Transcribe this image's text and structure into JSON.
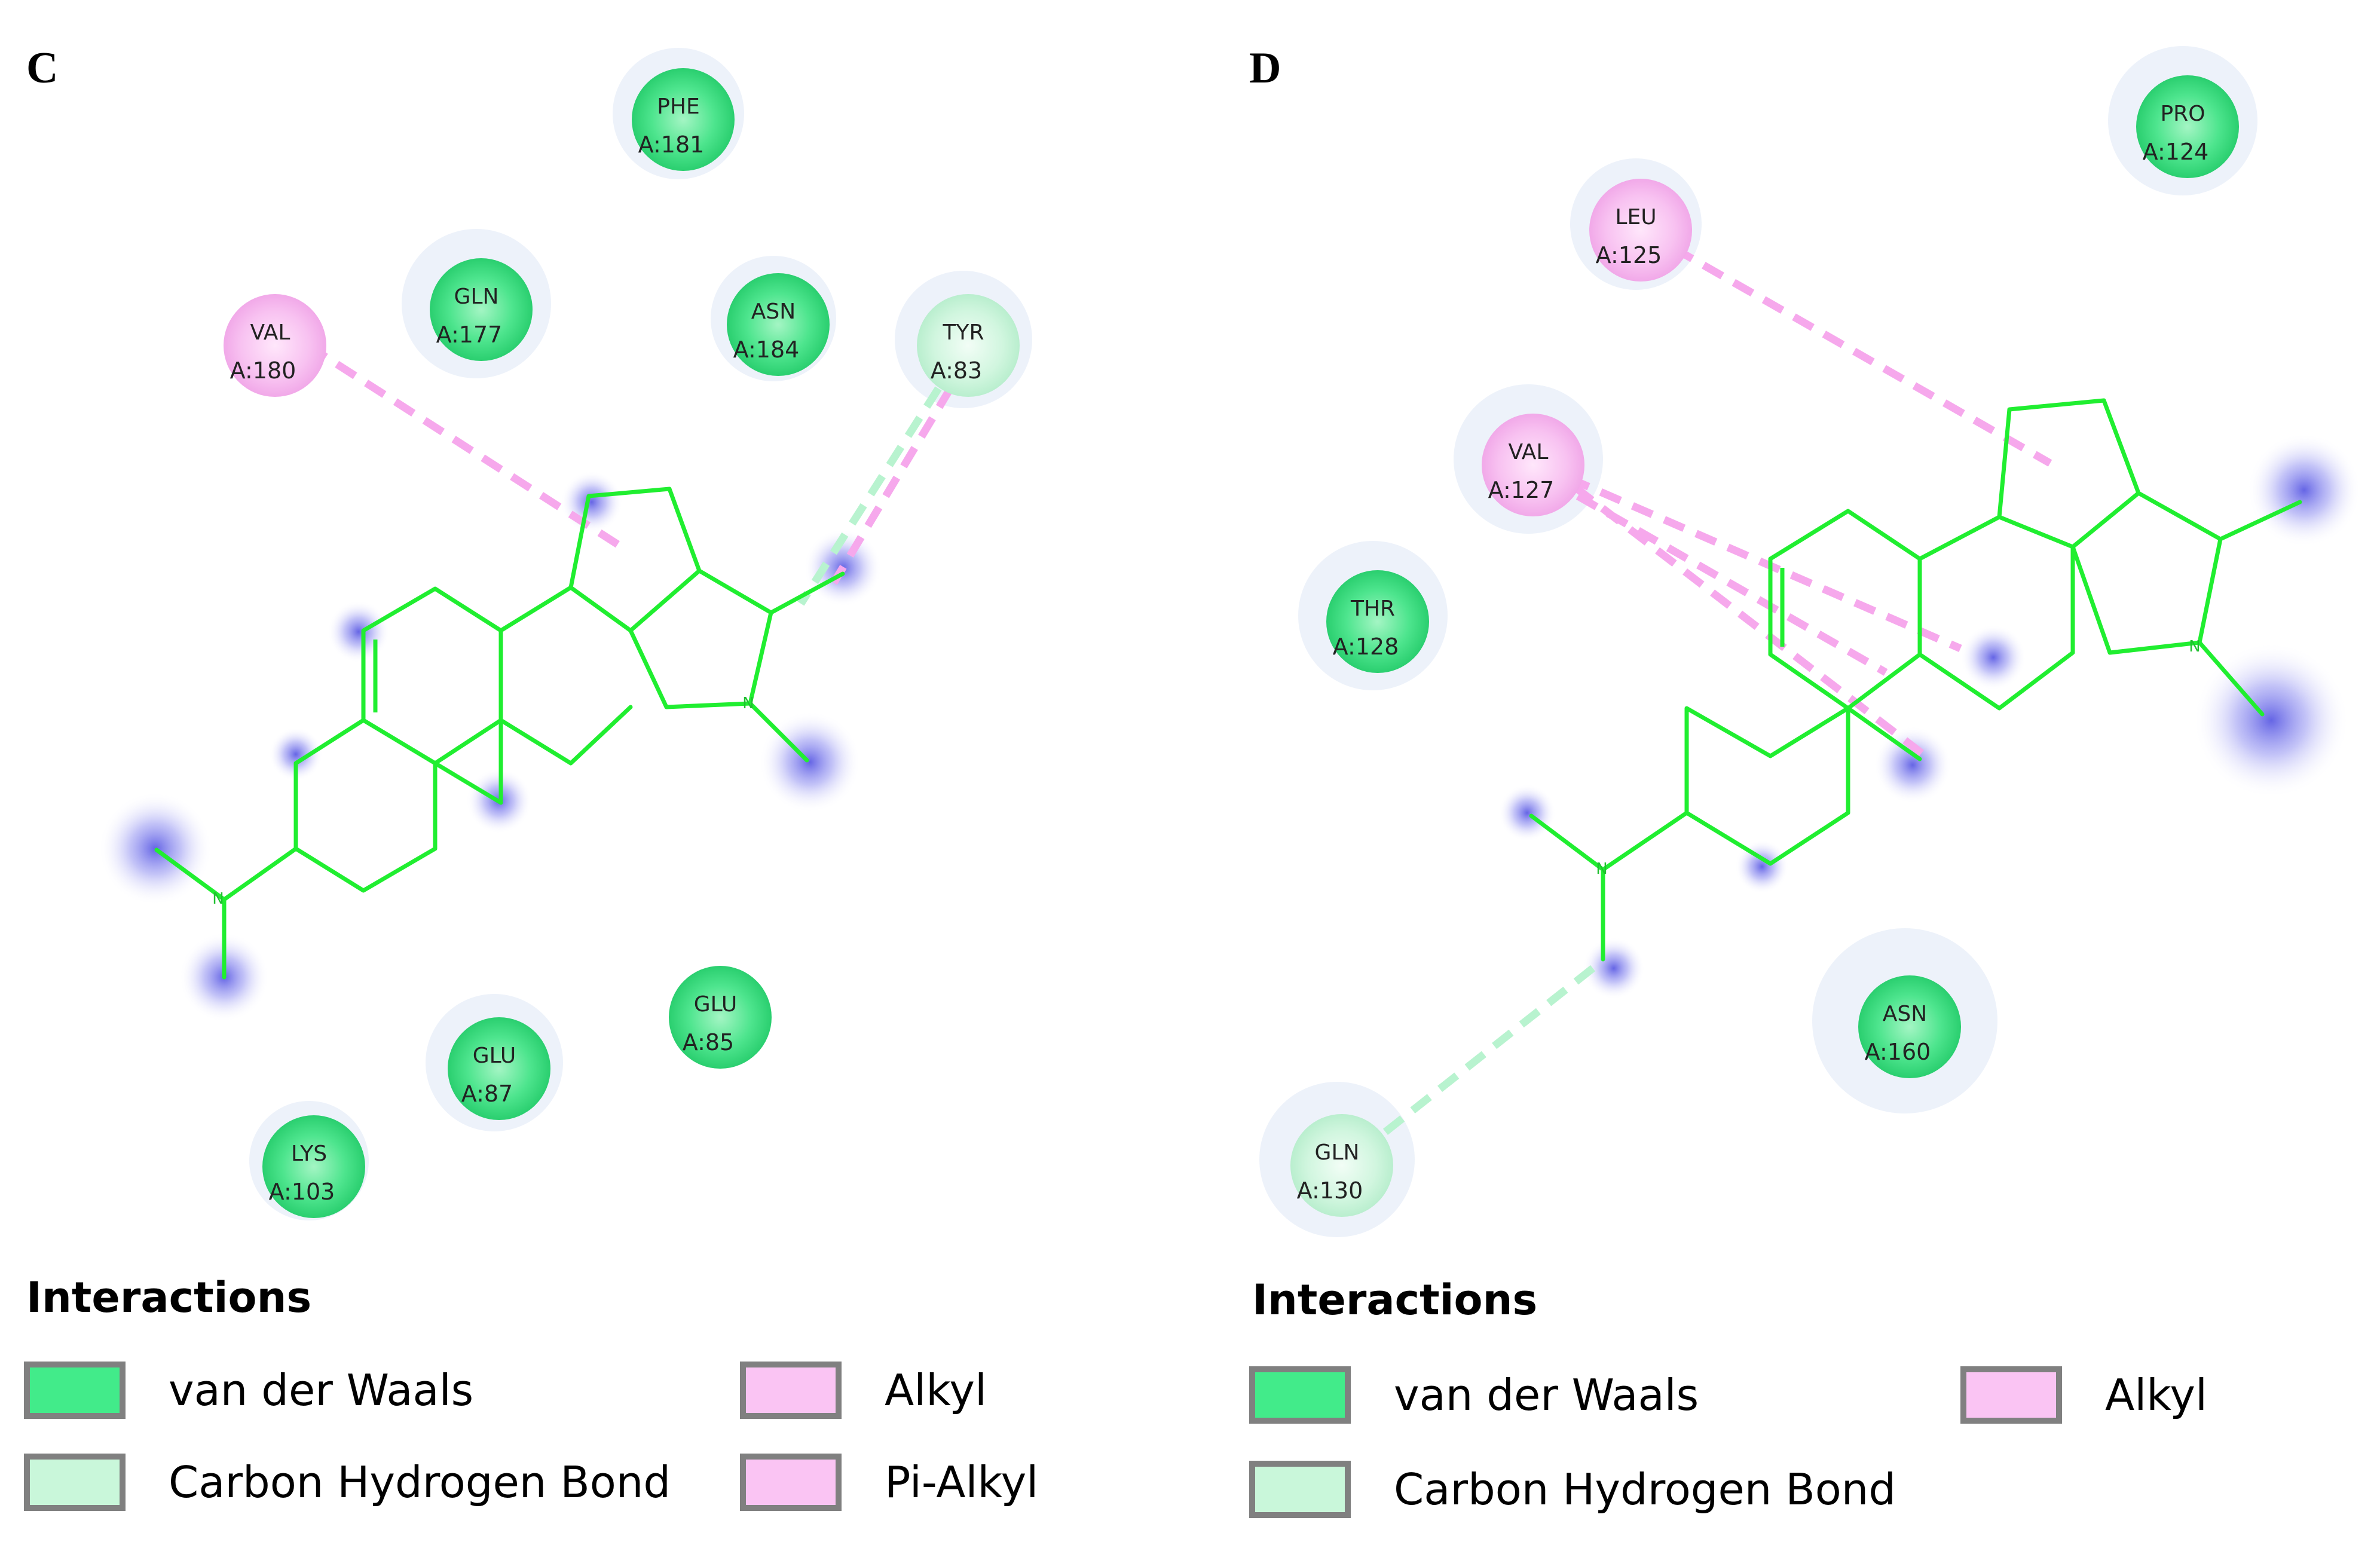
{
  "colors": {
    "van_der_waals": "#33e07a",
    "carbon_hydrogen_bond": "#c9f5d8",
    "alkyl": "#f6b8ef",
    "pi_alkyl": "#f6b8ef",
    "ligand_bond": "#20ee30",
    "halo": "#e6ecf8",
    "blue_glow": "#5a5ae6"
  },
  "panels": [
    {
      "id": "C",
      "letter": "C",
      "legend_title": "Interactions",
      "legend": [
        {
          "key": "van_der_waals",
          "label": "van der Waals"
        },
        {
          "key": "carbon_hydrogen_bond",
          "label": "Carbon Hydrogen Bond"
        },
        {
          "key": "alkyl",
          "label": "Alkyl"
        },
        {
          "key": "pi_alkyl",
          "label": "Pi-Alkyl"
        }
      ],
      "residues": [
        {
          "name": "PHE",
          "id": "A:181",
          "type": "van_der_waals"
        },
        {
          "name": "GLN",
          "id": "A:177",
          "type": "van_der_waals"
        },
        {
          "name": "ASN",
          "id": "A:184",
          "type": "van_der_waals"
        },
        {
          "name": "VAL",
          "id": "A:180",
          "type": "alkyl"
        },
        {
          "name": "TYR",
          "id": "A:83",
          "type": "carbon_hydrogen_bond"
        },
        {
          "name": "GLU",
          "id": "A:85",
          "type": "van_der_waals"
        },
        {
          "name": "GLU",
          "id": "A:87",
          "type": "van_der_waals"
        },
        {
          "name": "LYS",
          "id": "A:103",
          "type": "van_der_waals"
        }
      ],
      "atoms": [
        {
          "label": "N"
        },
        {
          "label": "N"
        }
      ]
    },
    {
      "id": "D",
      "letter": "D",
      "legend_title": "Interactions",
      "legend": [
        {
          "key": "van_der_waals",
          "label": "van der Waals"
        },
        {
          "key": "carbon_hydrogen_bond",
          "label": "Carbon Hydrogen Bond"
        },
        {
          "key": "alkyl",
          "label": "Alkyl"
        }
      ],
      "residues": [
        {
          "name": "PRO",
          "id": "A:124",
          "type": "van_der_waals"
        },
        {
          "name": "LEU",
          "id": "A:125",
          "type": "alkyl"
        },
        {
          "name": "VAL",
          "id": "A:127",
          "type": "alkyl"
        },
        {
          "name": "THR",
          "id": "A:128",
          "type": "van_der_waals"
        },
        {
          "name": "ASN",
          "id": "A:160",
          "type": "van_der_waals"
        },
        {
          "name": "GLN",
          "id": "A:130",
          "type": "carbon_hydrogen_bond"
        }
      ],
      "atoms": [
        {
          "label": "N"
        },
        {
          "label": "N"
        }
      ]
    }
  ]
}
